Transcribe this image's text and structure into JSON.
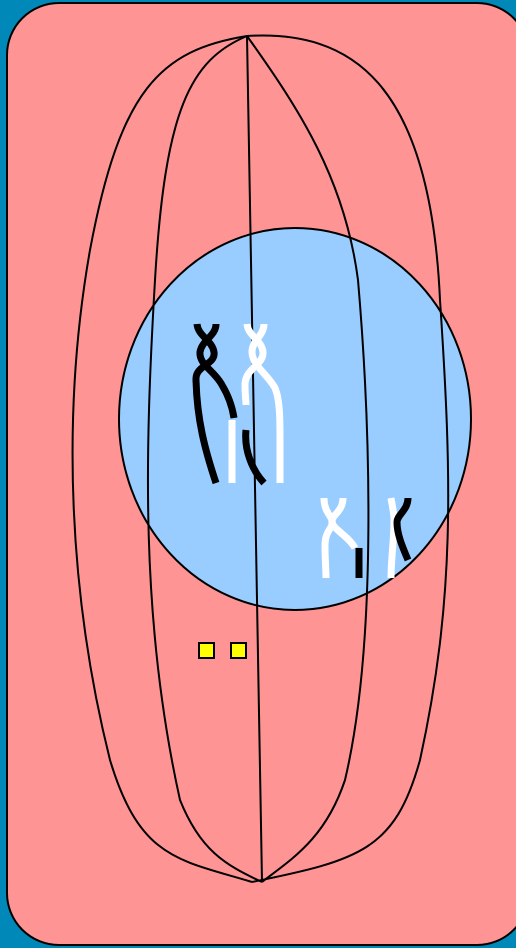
{
  "colors": {
    "background": "#0088b8",
    "cell": "#ff9494",
    "nucleus": "#99ccff",
    "outline": "#000000",
    "chromosome_dark": "#000000",
    "chromosome_light": "#ffffff",
    "centriole": "#ffff00"
  },
  "diagram": {
    "structures": [
      "cell",
      "spindle",
      "nucleus",
      "chromosome-pair-large",
      "chromosome-pair-small",
      "centrioles"
    ]
  }
}
